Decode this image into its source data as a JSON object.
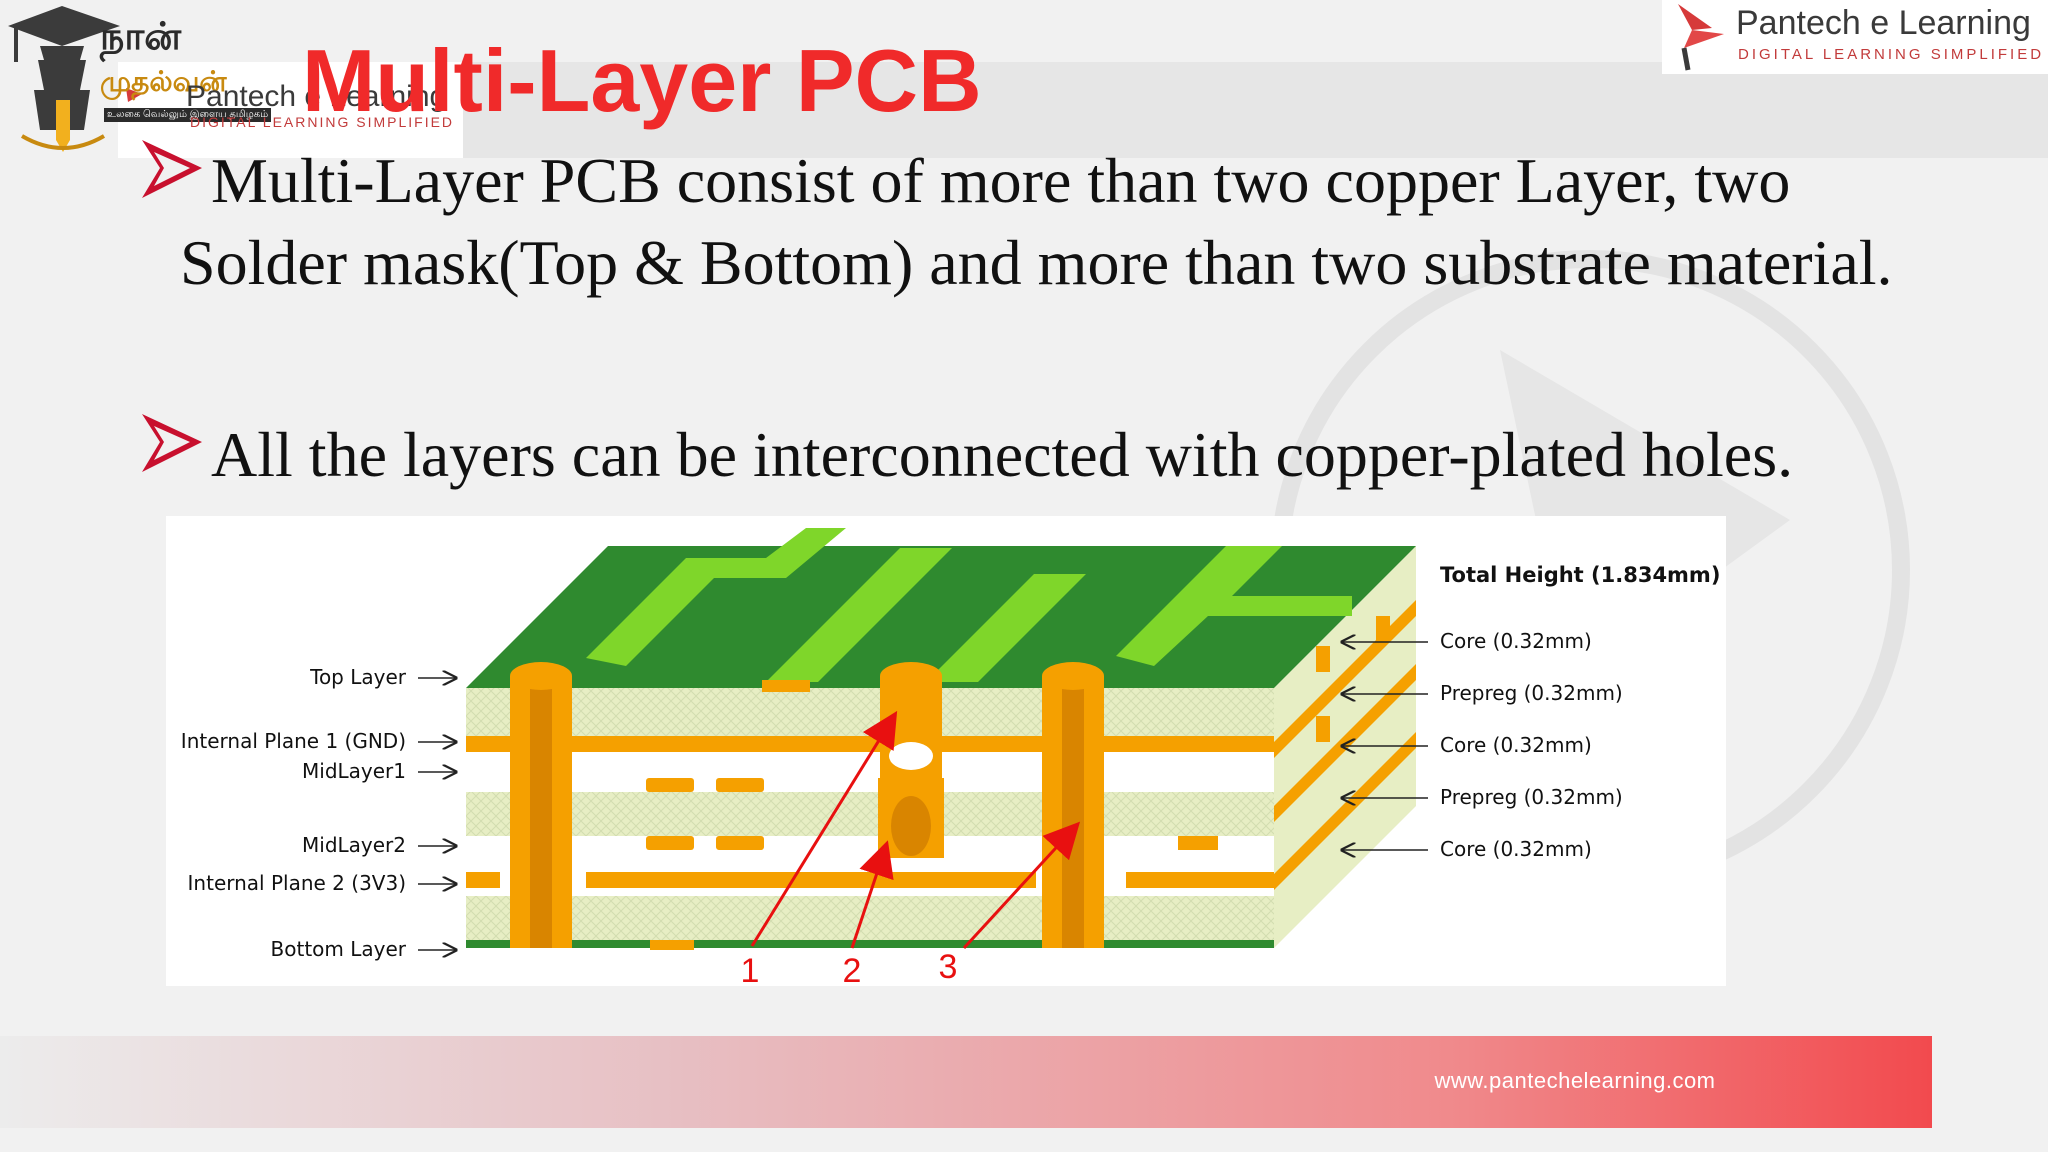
{
  "slide": {
    "title": "Multi-Layer PCB",
    "bullets": [
      "Multi-Layer PCB consist of more than two copper Layer, two Solder mask(Top & Bottom) and more than two substrate material.",
      "All the layers can be interconnected with copper-plated holes."
    ]
  },
  "logo_left": {
    "tamil_line1": "நான்",
    "tamil_line2": "முதல்வன்",
    "tamil_tagline": "உலகை வெல்லும் இளைய தமிழகம்",
    "overlap_brand": "Pantech e Learning",
    "overlap_tagline": "DIGITAL LEARNING SIMPLIFIED"
  },
  "logo_right": {
    "brand": "Pantech e Learning",
    "tagline": "DIGITAL LEARNING SIMPLIFIED"
  },
  "footer": {
    "url": "www.pantechelearning.com"
  },
  "figure": {
    "left_labels": [
      "Top Layer",
      "Internal Plane 1 (GND)",
      "MidLayer1",
      "MidLayer2",
      "Internal Plane 2 (3V3)",
      "Bottom Layer"
    ],
    "right_title": "Total Height (1.834mm)",
    "right_labels": [
      "Core (0.32mm)",
      "Prepreg (0.32mm)",
      "Core (0.32mm)",
      "Prepreg (0.32mm)",
      "Core (0.32mm)"
    ],
    "via_numbers": [
      "1",
      "2",
      "3"
    ]
  },
  "colors": {
    "title": "#f02a2a",
    "bullet_arrow": "#c8102e",
    "pcb_green": "#2e8b2e",
    "trace_green": "#7fd62a",
    "copper": "#f5a000",
    "substrate": "#e7eec4",
    "annotation_red": "#e81010"
  }
}
